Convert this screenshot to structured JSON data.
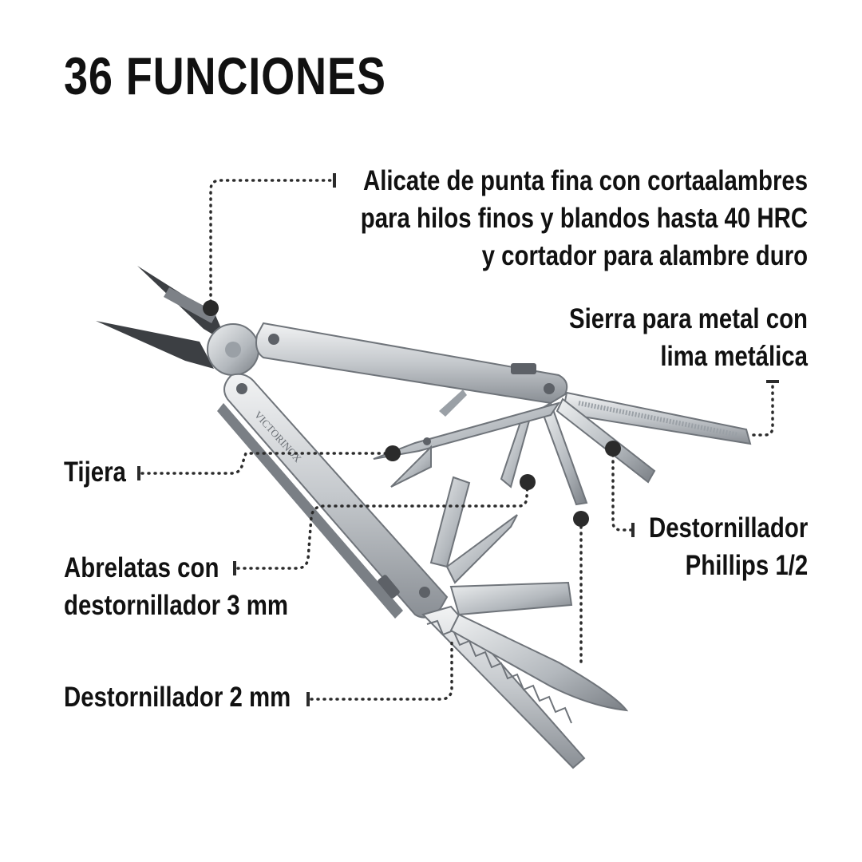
{
  "title": "36 FUNCIONES",
  "brand_engraving": "VICTORINOX",
  "colors": {
    "text": "#111111",
    "leader": "#2b2b2b",
    "steel_light": "#e6e8ea",
    "steel_mid": "#b9bdc2",
    "steel_dark": "#6f747a",
    "background": "#ffffff"
  },
  "callouts": {
    "pliers": {
      "lines": [
        "Alicate de punta fina con cortaalambres",
        "para hilos finos y blandos hasta 40 HRC",
        "y cortador para alambre duro"
      ]
    },
    "saw": {
      "lines": [
        "Sierra para metal con",
        "lima metálica"
      ]
    },
    "scissors": {
      "lines": [
        "Tijera"
      ]
    },
    "phillips": {
      "lines": [
        "Destornillador",
        "Phillips 1/2"
      ]
    },
    "can_opener": {
      "lines": [
        "Abrelatas con",
        "destornillador 3 mm"
      ]
    },
    "screwdriver_2mm": {
      "lines": [
        "Destornillador 2 mm"
      ]
    }
  }
}
